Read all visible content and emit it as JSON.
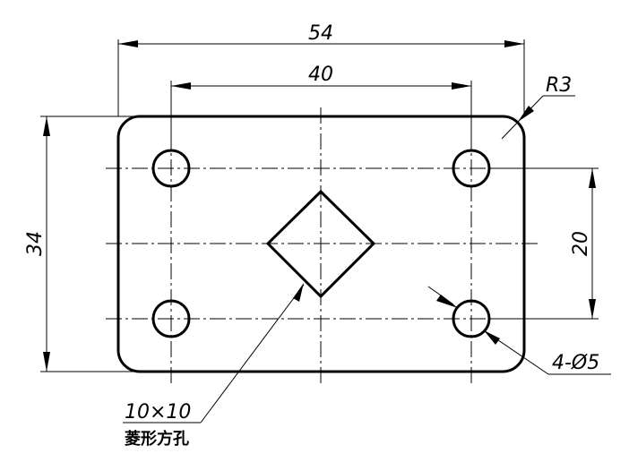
{
  "dimensions": {
    "overall_width": "54",
    "hole_spacing_x": "40",
    "overall_height": "34",
    "hole_spacing_y": "20",
    "corner_radius": "R3",
    "holes": "4-Ø5",
    "square_hole_size": "10×10",
    "square_hole_note": "菱形方孔"
  }
}
